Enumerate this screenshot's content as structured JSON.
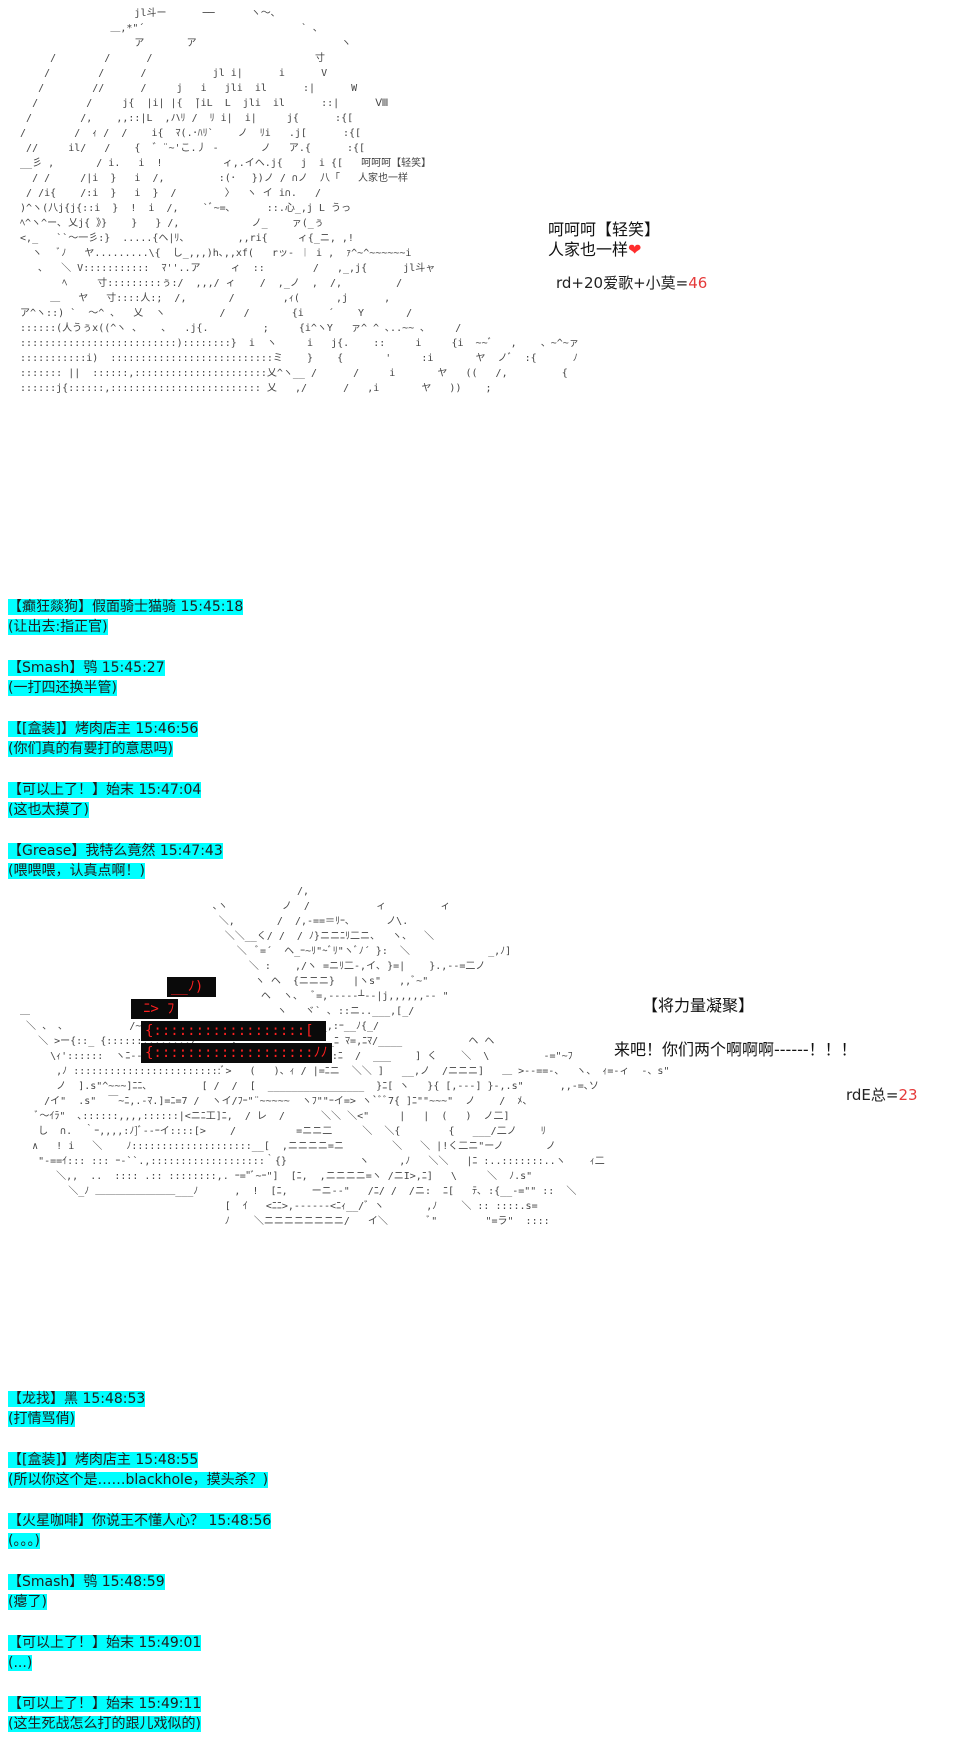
{
  "art_top": "                     jl斗ー      ──      ヽ〜､\n                 ＿,*\"´                          ` ､\n                     ア       ア                        ヽ\n       /        /      /                           寸\n      /        /      /           jl i|      i      V\n     /        //      /     j   i   jli  il      :|      W\n    /        /     j{  |i| |{  ̄|iL  L  jli  il      ::|      Ⅷ\n   /        /,    ,,::|L  ,ハﾘ /  ﾘ i|  i|     j{      :{[\n  /        /  ｨ /  /    i{  ﾏ(.･ﾊﾘ`    ノ  ﾘi   .j[      :{[\n   //     il/   /    {  ゛¨~'こ.丿 -       ノ   ア.{      :{[\n  __彡 ,       / i.   i  !          ィ,.イヘ.j{   j  i {[   呵呵呵【轻笑】\n    / /     /|i  }   i  /,         :(･ 　})ノ / ∩ノ  八「   人家也一样\n   / /i{    /:i  }   i  }  /        〉  ヽ イ i∩.   /\n  )^ヽ(八j{j{::i  }  !  i  /,    `ﾞ~=､      ::.心_,j L うっ\n  ﾍ^ヽ^ー､ 乂j{ 》}    }   } /,            ノ_    ァ(_ぅ\n  <,_   ``〜一彡:}  .....{ヘ|ﾘ、        ,,ri{     ィ{_ニ, ,!\n    ヽ   ﾞﾉ   ヤ.........\\{  し_,,,)h､,,xf(   rッ‐ ︱ i ,  ｧ^~^~~~~~~i\n     ､   ＼ V:::::::::::  ﾏ''..ア     ィ  ::        /   ,_,j{      jl斗ャ\n         ﾍ     寸:::::::::ぅ:/  ,,,/ ィ    /  ,_ノ  ,  /,         /\n       ＿   ヤ   寸::::人:;  /,       /        ,ｨ(      ,j      ,\n  ア^ヽ::) `  〜^ ､   乂  ヽ         /   /       {i    ´    Y       /\n  ::::::(人うぅx((^ヽ ､    ､   .j{.         ;     {i^ヽY   ァ^ ^ ､..~~ ､     /\n  ::::::::::::::::::::::::::)::::::::}  i  ヽ     i   j{.    ::     i     {i  ~~ﾞ   ,    、~^~ァ\n  :::::::::::i)  :::::::::::::::::::::::::::ミ    }    {       '     :i       ヤ  ノﾞ  :{      ﾉ\n  ::::::: ||  ::::::,::::::::::::::::::::::乂^ヽ__ /      /     i       ヤ   ((   /,         {\n  ::::::j{::::::,::::::::::::::::::::::::: 乂   ,/      /   ,i       ヤ   ))    ;",
  "rd_line": {
    "prefix": "rd+20爱歌+小莫=",
    "value": "46"
  },
  "chat1": [
    {
      "tag": "【癫狂燚狗】",
      "name": "假面骑士猫骑",
      "time": "15:45:18",
      "text": "(让出去:指正官)"
    },
    {
      "tag": "【Smash】",
      "name": "鸮",
      "time": "15:45:27",
      "text": "(一打四还换半管)"
    },
    {
      "tag": "【[盒装]】",
      "name": "烤肉店主",
      "time": "15:46:56",
      "text": "(你们真的有要打的意思吗)"
    },
    {
      "tag": "【可以上了！】",
      "name": "始末",
      "time": "15:47:04",
      "text": "(这也太摸了)"
    },
    {
      "tag": "【Grease】",
      "name": "我特么竟然",
      "time": "15:47:43",
      "text": "(喂喂喂，认真点啊！)"
    }
  ],
  "art_bottom": "                                                /,\n                                  ､ヽ         ノ  /           ィ         ィ\n                                   ＼,       /  /,-==＝ﾘｰ､      ノ\\.\n                                    ＼＼__く/ /  / ﾉ}ニニﾆﾘ二ニ、  ヽ、  ＼\n                                      ＼  ﾞ=´  ヘ_ｰ~ﾘ\"~ﾞﾘ\"ヽﾞﾉ´ }:  ＼             _,ﾉ]\n                                        ＼ :    ,/ヽ =ニﾘ二-,イ､ }=|    }.,--=二ノ\n                                         ヽ ヘ  {ニニニ}   |ヽs\"   ,,ﾞ~\"\n                                          ヘ  ヽ、  ﾞ=,-----┴--|j,,,,,,-- \"\n  ＿                                         ヽ   ヾ` ､ ::ニ..___,[_/\n   ＼ 、 ､           /~\"ﾃｰ__/ ｡ s~      ､         ,ﾏｰ､_,:ｰ__ﾉ{_/\n     ＼ >ー{::_ {::::::::::::::/      ､          ______ﾆ ﾏ=,ﾆﾏ/____           ヘ ヘ\n       \\ｨ'::::::  ヽﾆ--ィ      ､__ノ\"ﾌｰ{    i  i ]二,, ::ﾆ  /  ___    ] く    ＼  \\         -=\"~ﾌ\n        ,ﾉ :::::::::::::::::::::::::ﾞ>   (   )、ｨ / |=ﾆニ  ＼＼ ]   __,ノ  /ニニニ]   ＿ >--==-、  ヽ、 ｨ=-ィ  -、s\"\n        ノ  ].s\"^~~~]ﾆﾆ､         [ /  /  [  ________________  }ﾆ[ ヽ   }{ [,---] }-,.s\"      ,,-=､ソ\n      /イ\"  .s\"  ￣~ﾆ,.-ﾏ.]=ﾆ=7 /  ヽイ/ﾌｰ\"¨~~~~~  ヽﾌ\"\"ｰイ=> ヽ`ﾞﾞ7{ ]ﾆ\"\"~~~\"  ノ    /  ﾒ、\n     ﾞ～ｲﾗ\"  ､::::::,,,,::::::|<ニﾆ工]ﾆ,  / レ  /      ＼＼ ＼<\"     |   |  (   )  ノ二]\n     し  ∩.  ｀ｰ,,,,:ﾉ]ﾞ--ｰイ::::[>    /          =ニニ二     ＼  ＼{        {   ___/二ノ    ﾘ\n    ∧   ! i   ＼    ﾉ::::::::::::::::::::__[  ,ニニニニ=ニ        ＼   ＼ |!く二ニ\"ーノ       ノ\n     \"-==ｲ::: ::: ｰ-``.,:::::::::::::::::::｀{}            ヽ     ,ﾉ   ＼＼   |ﾆ :..:::::::..ヽ    ｨ二\n        ＼,,  ..  :::: .:: ::::::::,. ｰ=\"ﾞ~ｰ\"]  [ﾆ,  ,ニニニニ=ヽ /ニI>,ﾆ]   \\     ＼  ﾉ.s\"\n          ＼_ﾉ ＿＿＿＿＿＿＿＿___ﾉ      ,  !  [ﾆ,    ーニ--\"   /ﾆ/ /  /ニ:  ﾆ[   ﾃ､ :{__-=\"\" ::  ＼\n                                    [  ｲ   <ﾆﾆ>,------<ﾆｨ__/゛ヽ       ,ﾉ    ＼ :: ::::.s=\n                                    ﾉ    ＼ニニニニニニニニ/   イ＼       ﾞ\"        \"=ラ\"  ::::",
  "speech_top": {
    "line1": "呵呵呵【轻笑】",
    "line2": "人家也一样",
    "heart": "❤"
  },
  "speech_bottom": {
    "line1": "【将力量凝聚】",
    "line2": "来吧！你们两个啊啊啊------！！！"
  },
  "rde_line": {
    "prefix": "rdE总=",
    "value": "23"
  },
  "red_box": {
    "l1": "__ﾉ) ",
    "l2": " ﾆ> ﾌ",
    "l3": "{::::::::::::::::::[ ",
    "l4": "{:::::::::::::::::::ﾉﾉ"
  },
  "chat2": [
    {
      "tag": "【龙找】",
      "name": "黑",
      "time": "15:48:53",
      "text": "(打情骂俏)"
    },
    {
      "tag": "【[盒装]】",
      "name": "烤肉店主",
      "time": "15:48:55",
      "text": "(所以你这个是……blackhole，摸头杀？)"
    },
    {
      "tag": "【火星咖啡】",
      "name": "你说王不懂人心？",
      "time": "15:48:56",
      "text": "(。。。)"
    },
    {
      "tag": "【Smash】",
      "name": "鸮",
      "time": "15:48:59",
      "text": "(瘪了)"
    },
    {
      "tag": "【可以上了！】",
      "name": "始末",
      "time": "15:49:01",
      "text": "(...)"
    },
    {
      "tag": "【可以上了！】",
      "name": "始末",
      "time": "15:49:11",
      "text": "(这生死战怎么打的跟儿戏似的)"
    }
  ]
}
